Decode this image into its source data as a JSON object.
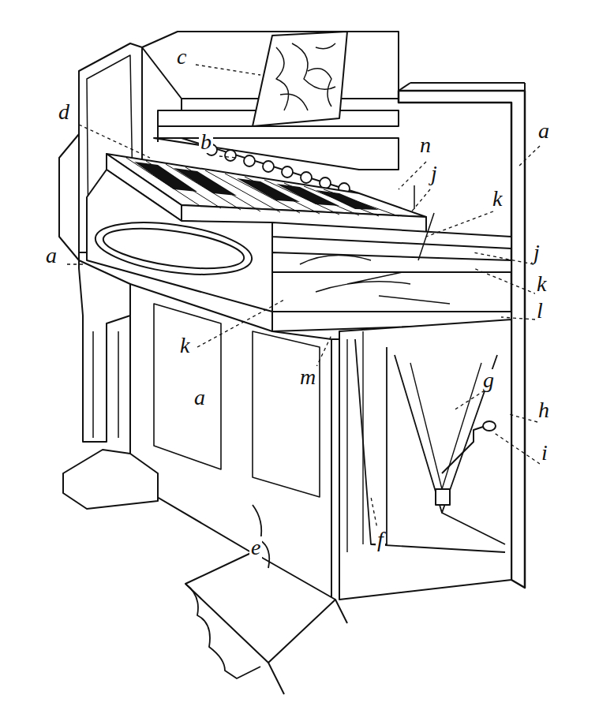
{
  "diagram": {
    "labels": [
      "c",
      "d",
      "b",
      "a",
      "n",
      "j",
      "k",
      "a",
      "j",
      "k",
      "l",
      "k",
      "a",
      "m",
      "g",
      "h",
      "i",
      "f",
      "e"
    ]
  }
}
